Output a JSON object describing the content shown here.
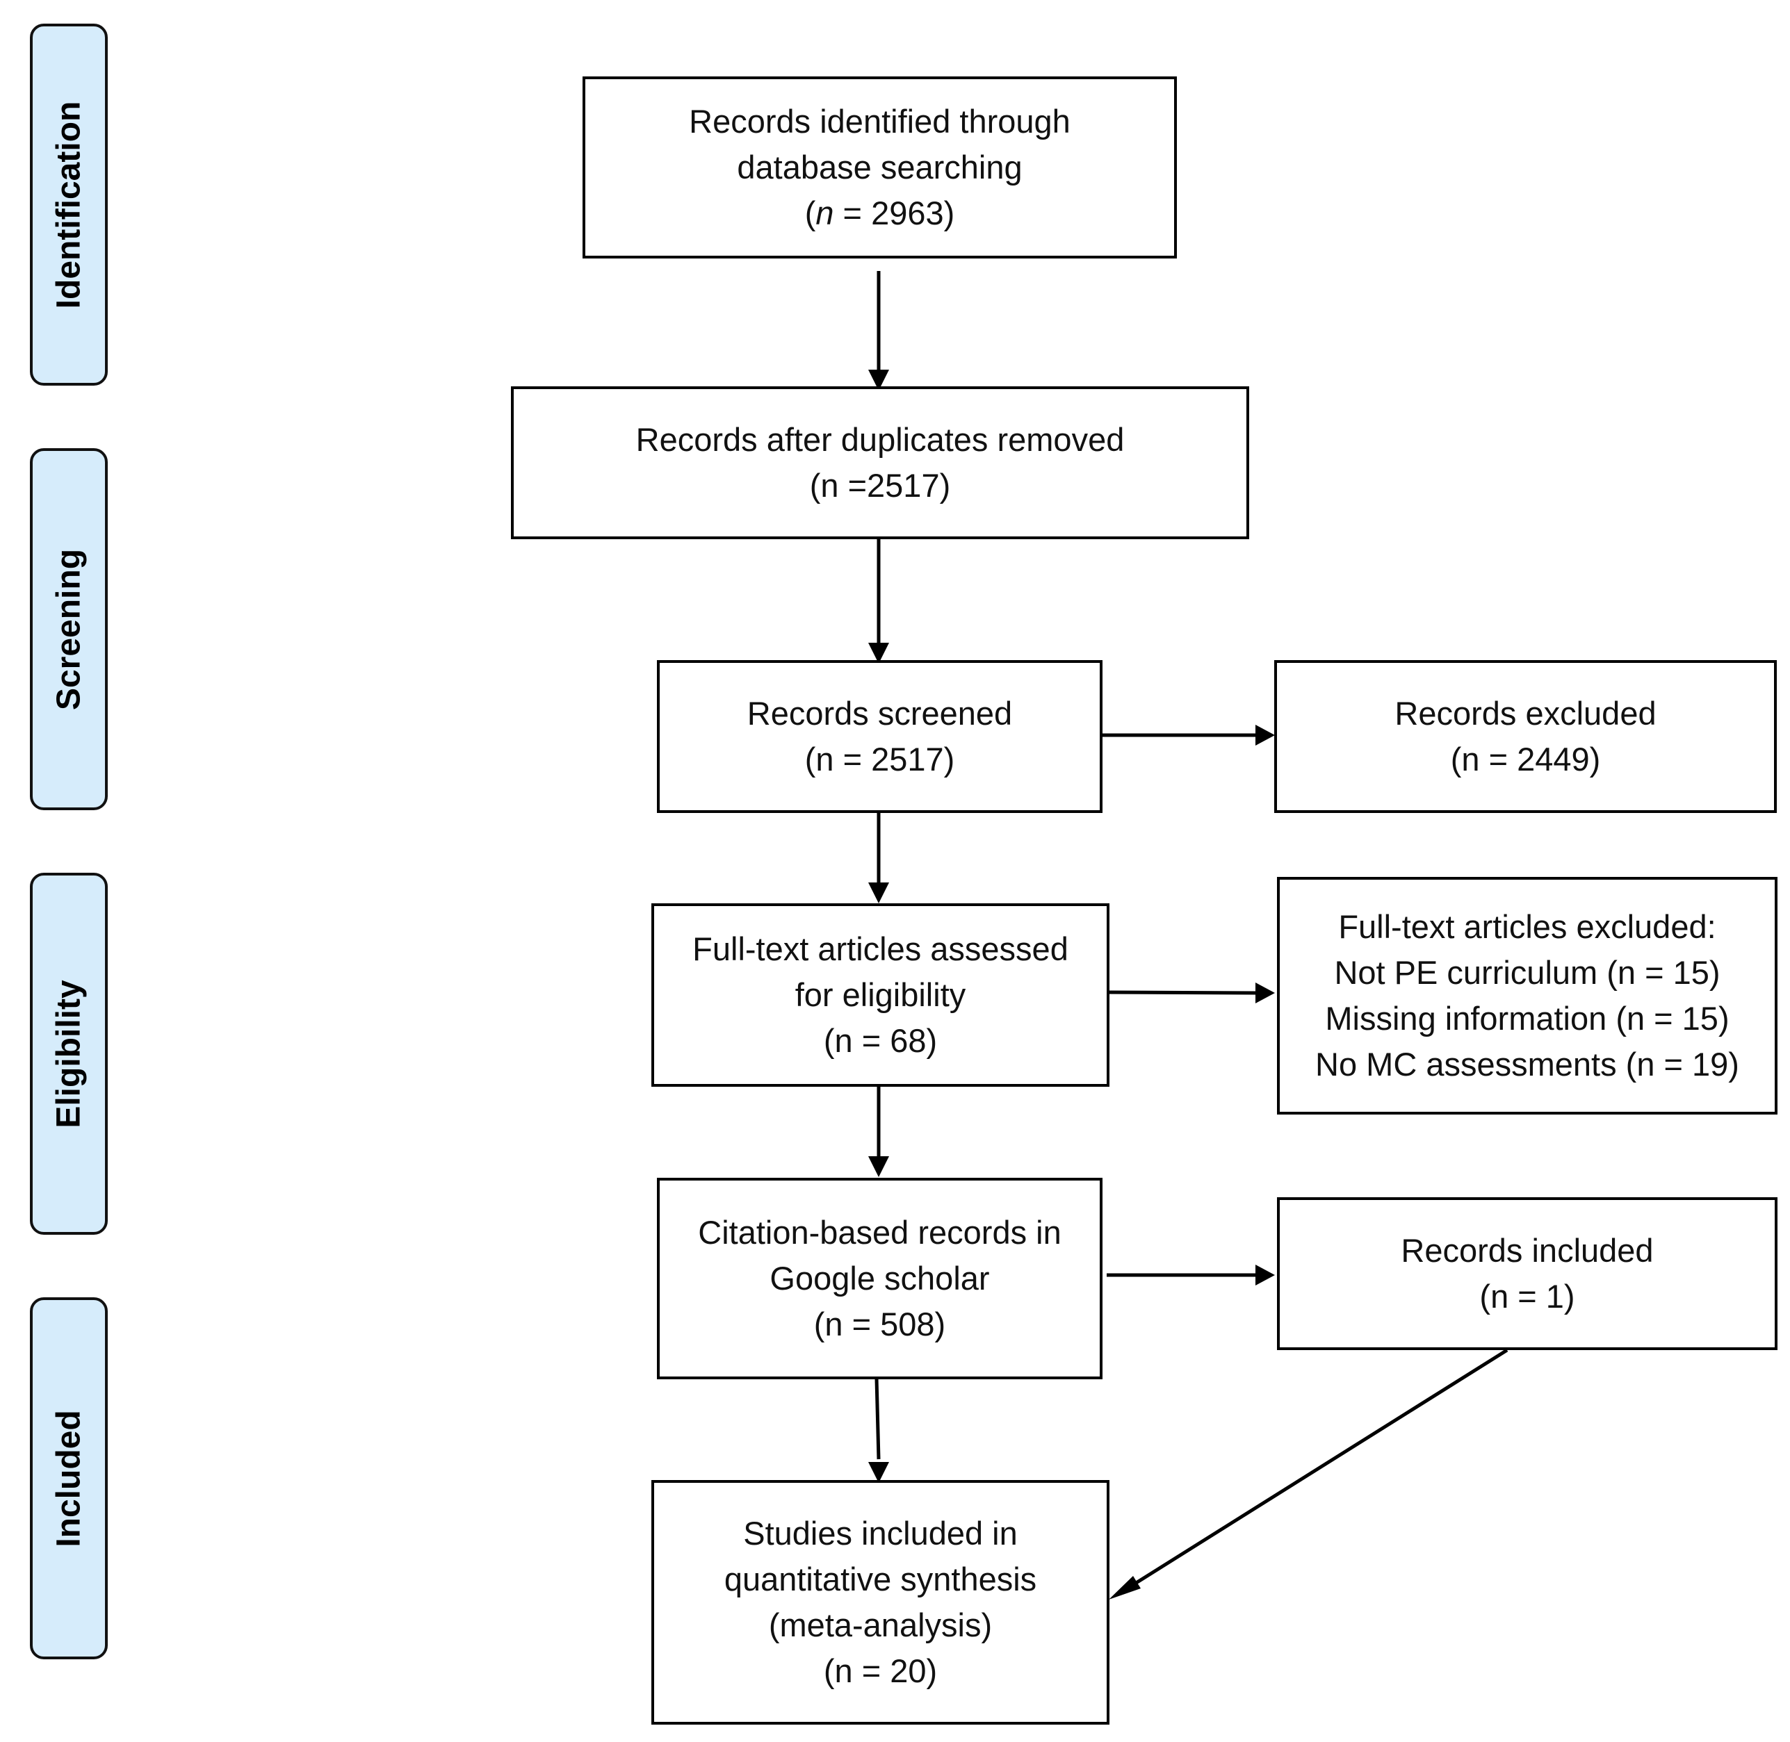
{
  "phases": {
    "identification": "Identification",
    "screening": "Screening",
    "eligibility": "Eligibility",
    "included": "Included"
  },
  "boxes": {
    "identified": {
      "line1": "Records identified through",
      "line2": "database searching",
      "n_open": "(",
      "n_var": "n",
      "n_rest": " = 2963)"
    },
    "deduplicated": {
      "line1": "Records after duplicates removed",
      "line2": "(n =2517)"
    },
    "screened": {
      "line1": "Records screened",
      "line2": "(n = 2517)"
    },
    "excluded": {
      "line1": "Records excluded",
      "line2": "(n = 2449)"
    },
    "fulltext": {
      "line1": "Full-text articles assessed",
      "line2": "for eligibility",
      "line3": "(n = 68)"
    },
    "fulltext_excluded": {
      "line1": "Full-text articles excluded:",
      "line2": "Not PE curriculum (n = 15)",
      "line3": "Missing information (n = 15)",
      "line4": "No MC assessments (n = 19)"
    },
    "citation": {
      "line1": "Citation-based records in",
      "line2": "Google scholar",
      "line3": "(n = 508)"
    },
    "records_included": {
      "line1": "Records included",
      "line2": "(n = 1)"
    },
    "studies_included": {
      "line1": "Studies included in",
      "line2": "quantitative synthesis",
      "line3": "(meta-analysis)",
      "line4": "(n = 20)"
    }
  }
}
